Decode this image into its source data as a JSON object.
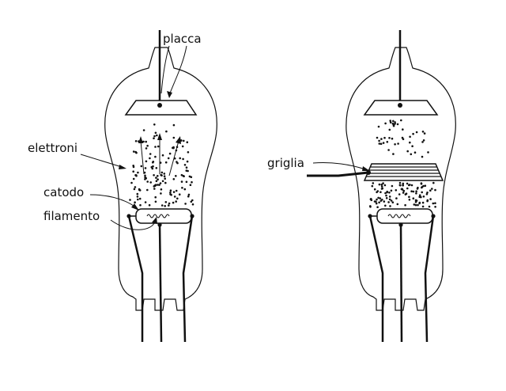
{
  "labels": {
    "placca": "placca",
    "elettroni": "elettroni",
    "catodo": "catodo",
    "filamento": "filamento",
    "griglia": "griglia"
  },
  "colors": {
    "ink": "#111111",
    "background": "#ffffff"
  },
  "icons": [
    "diode-tube",
    "triode-tube"
  ]
}
